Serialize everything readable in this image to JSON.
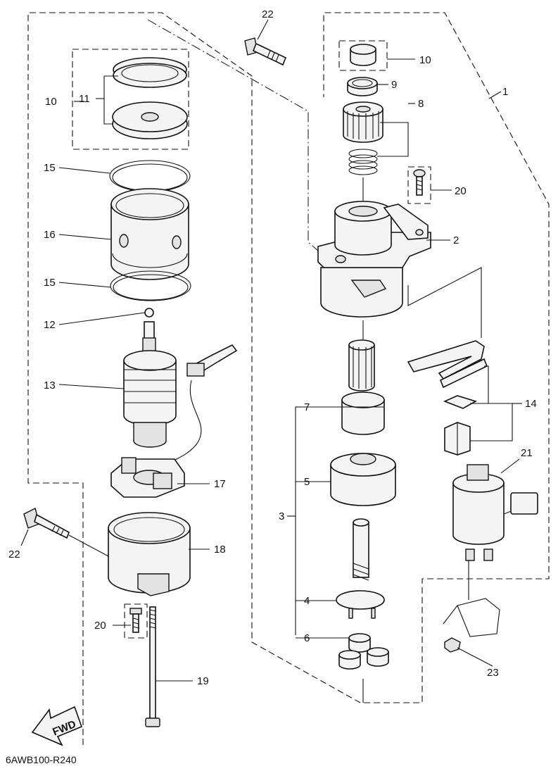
{
  "diagram_code": "6AWB100-R240",
  "fwd_label": "FWD",
  "callouts": {
    "c1": "1",
    "c2": "2",
    "c3": "3",
    "c4": "4",
    "c5": "5",
    "c6": "6",
    "c7": "7",
    "c8": "8",
    "c9": "9",
    "c10a": "10",
    "c10b": "10",
    "c11": "11",
    "c12": "12",
    "c13": "13",
    "c14": "14",
    "c15a": "15",
    "c15b": "15",
    "c16": "16",
    "c17": "17",
    "c18": "18",
    "c19": "19",
    "c20a": "20",
    "c20b": "20",
    "c21": "21",
    "c22a": "22",
    "c22b": "22",
    "c23": "23"
  }
}
